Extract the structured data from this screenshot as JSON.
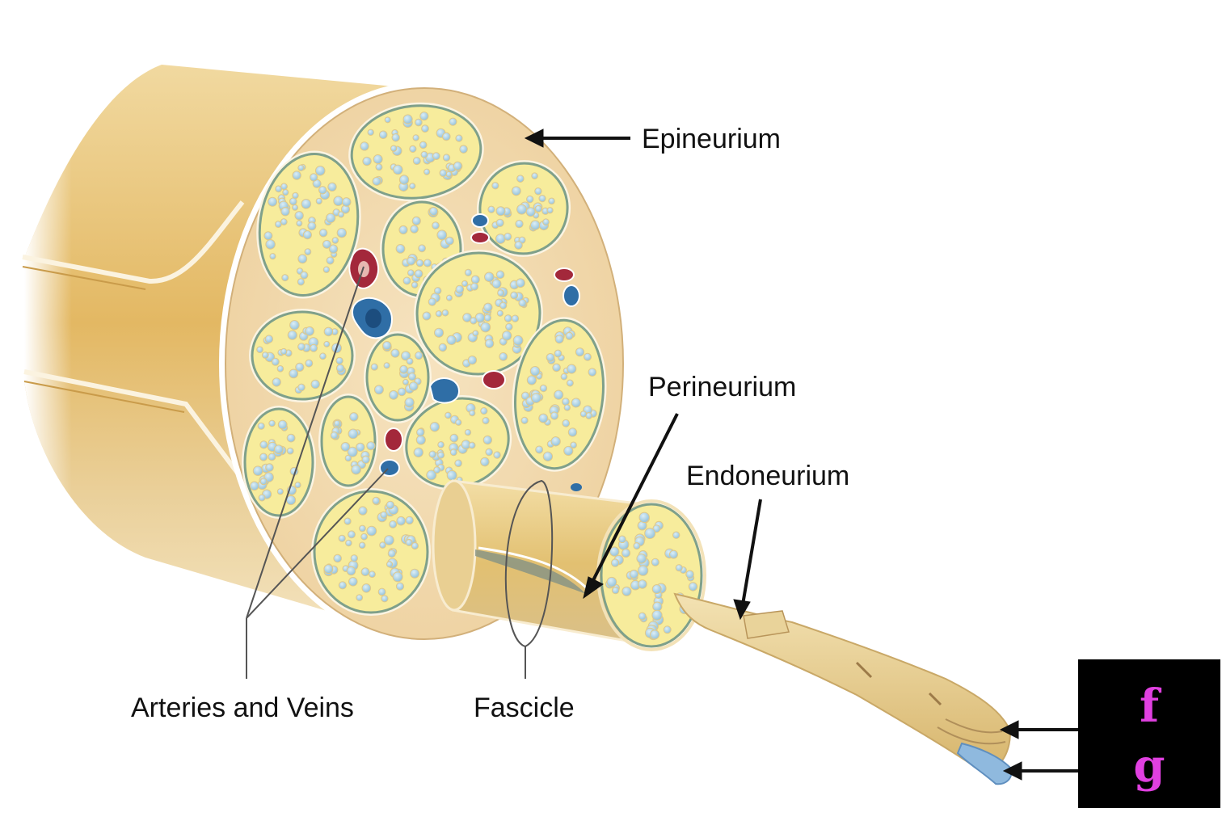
{
  "labels": {
    "epineurium": "Epineurium",
    "perineurium": "Perineurium",
    "endoneurium": "Endoneurium",
    "arteries_veins": "Arteries and Veins",
    "fascicle": "Fascicle"
  },
  "key": {
    "letters": [
      "f",
      "g"
    ],
    "letter_color": "#e040e0",
    "box_color": "#000000"
  },
  "colors": {
    "nerve_sheath": "#e8c77e",
    "fascicle_fill": "#f7ec9c",
    "axon_fill": "#a9cde0",
    "artery": "#a3283b",
    "vein": "#2f6ea6",
    "fascicle_border": "#7fa08a"
  }
}
